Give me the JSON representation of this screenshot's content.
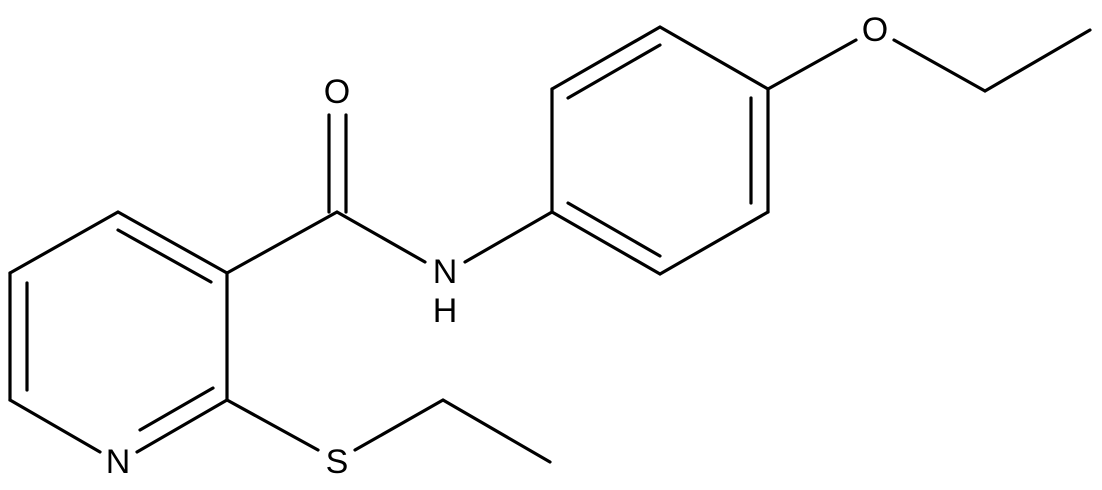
{
  "molecule": {
    "atoms": {
      "oxygen_carbonyl": "O",
      "amide_nitrogen": "N",
      "amide_hydrogen": "H",
      "oxygen_ether": "O",
      "pyridine_nitrogen": "N",
      "sulfur": "S"
    }
  },
  "colors": {
    "bond": "#000000",
    "background": "#ffffff"
  }
}
